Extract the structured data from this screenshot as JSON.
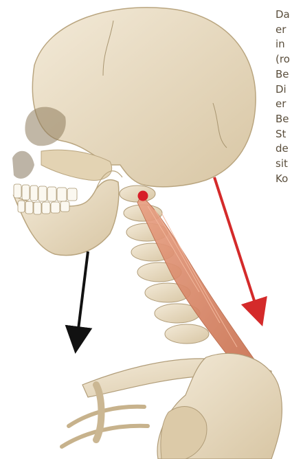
{
  "illustration": {
    "subject": "skull-neck-anatomy",
    "colors": {
      "bone": "#e9dcc4",
      "bone_shadow": "#c9b898",
      "muscle": "#d98a6a",
      "marker": "#d71e28",
      "arrow_red": "#d42a2a",
      "arrow_black": "#111111"
    }
  },
  "side_text": {
    "lines": [
      "Da",
      "er",
      "in",
      "(ro",
      "Be",
      "Di",
      "er",
      "Be",
      "St",
      "de",
      "sit",
      "Ko"
    ]
  }
}
